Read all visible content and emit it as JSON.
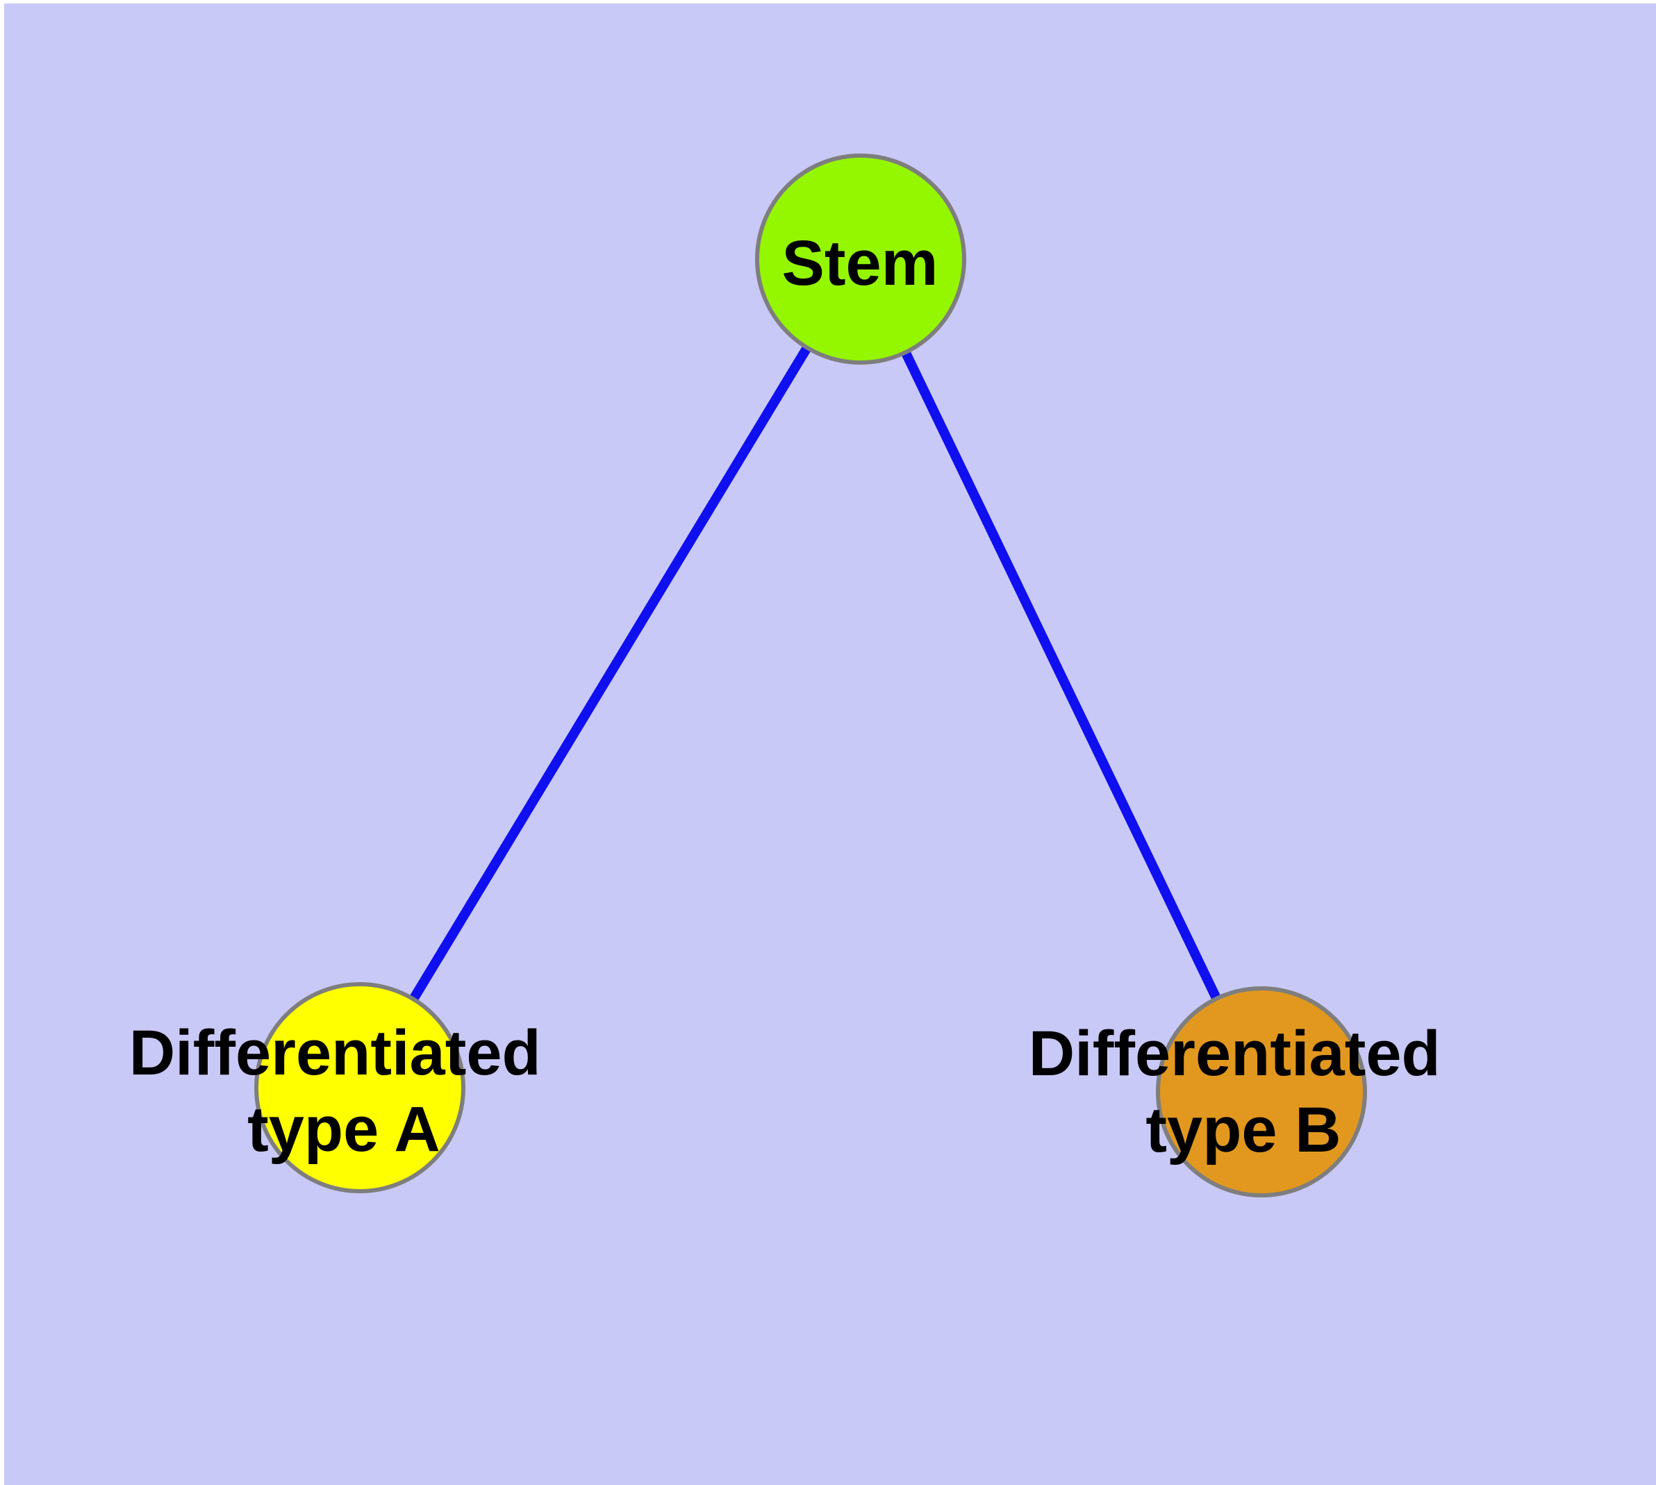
{
  "diagram": {
    "background_color": "#c9c9f7",
    "edge_color": "#0f0fef",
    "node_border_color": "#7e7e7e",
    "label_color": "#000000",
    "nodes": [
      {
        "id": "stem",
        "label": "Stem",
        "label_lines": [
          "Stem"
        ],
        "fill_color": "#94f700"
      },
      {
        "id": "differentiated-type-a",
        "label": "Differentiated type A",
        "label_lines": [
          "Differentiated",
          "type A"
        ],
        "fill_color": "#ffff00"
      },
      {
        "id": "differentiated-type-b",
        "label": "Differentiated type B",
        "label_lines": [
          "Differentiated",
          "type B"
        ],
        "fill_color": "#e2981e"
      }
    ],
    "edges": [
      {
        "from": "stem",
        "to": "differentiated-type-a"
      },
      {
        "from": "stem",
        "to": "differentiated-type-b"
      }
    ]
  }
}
